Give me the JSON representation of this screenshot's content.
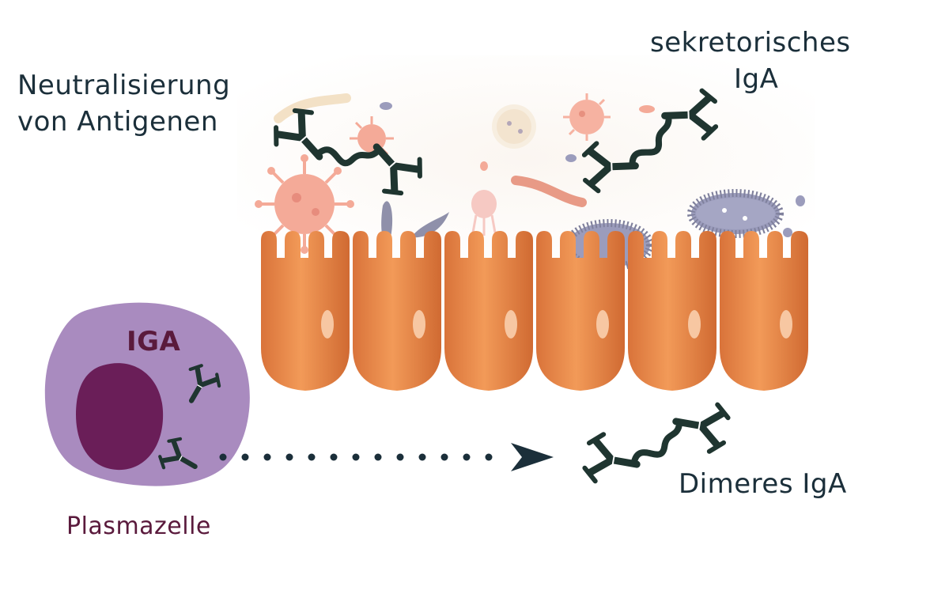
{
  "labels": {
    "neutralization_line1": "Neutralisierung",
    "neutralization_line2": "von Antigenen",
    "secretory_line1": "sekretorisches",
    "secretory_line2": "IgA",
    "plasma_cell_title": "IGA",
    "plasma_cell_name": "Plasmazelle",
    "dimeric": "Dimeres IgA"
  },
  "colors": {
    "text_dark": "#1b2f3a",
    "text_plasma": "#5a1a3c",
    "epithelial_cell": "#e8894a",
    "plasma_cell": "#a98bbf",
    "nucleus": "#6a1e58",
    "antibody": "#1f3530",
    "bacteria": "#9b9cbc",
    "virus": "#f2a796"
  },
  "icons": [
    "antibody-icon",
    "virus-icon",
    "bacterium-icon",
    "worm-icon",
    "epithelial-cell-icon",
    "plasma-cell-icon",
    "arrow-icon"
  ]
}
